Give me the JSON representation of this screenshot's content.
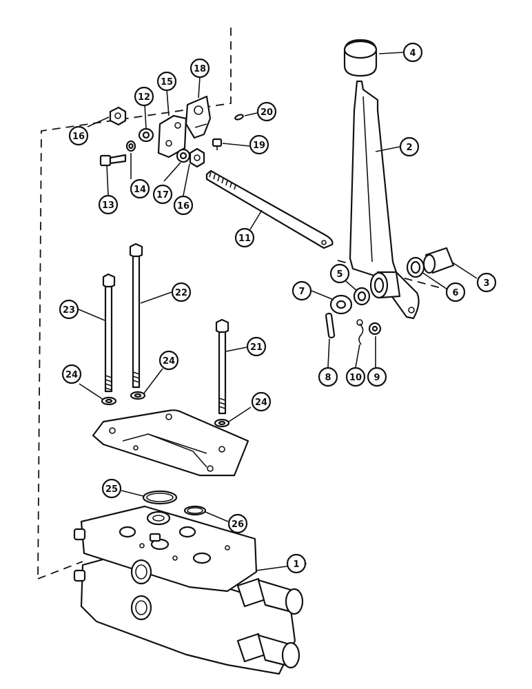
{
  "callouts": [
    {
      "id": "1",
      "label": "1"
    },
    {
      "id": "2",
      "label": "2"
    },
    {
      "id": "3",
      "label": "3"
    },
    {
      "id": "4",
      "label": "4"
    },
    {
      "id": "5",
      "label": "5"
    },
    {
      "id": "6",
      "label": "6"
    },
    {
      "id": "7",
      "label": "7"
    },
    {
      "id": "8",
      "label": "8"
    },
    {
      "id": "9",
      "label": "9"
    },
    {
      "id": "10",
      "label": "10"
    },
    {
      "id": "11",
      "label": "11"
    },
    {
      "id": "12",
      "label": "12"
    },
    {
      "id": "13",
      "label": "13"
    },
    {
      "id": "14",
      "label": "14"
    },
    {
      "id": "15",
      "label": "15"
    },
    {
      "id": "16a",
      "label": "16"
    },
    {
      "id": "16b",
      "label": "16"
    },
    {
      "id": "17",
      "label": "17"
    },
    {
      "id": "18",
      "label": "18"
    },
    {
      "id": "19",
      "label": "19"
    },
    {
      "id": "20",
      "label": "20"
    },
    {
      "id": "21",
      "label": "21"
    },
    {
      "id": "22",
      "label": "22"
    },
    {
      "id": "23",
      "label": "23"
    },
    {
      "id": "24a",
      "label": "24"
    },
    {
      "id": "24b",
      "label": "24"
    },
    {
      "id": "24c",
      "label": "24"
    },
    {
      "id": "25",
      "label": "25"
    },
    {
      "id": "26",
      "label": "26"
    }
  ],
  "parts": [
    {
      "name": "control-valve-body"
    },
    {
      "name": "control-lever"
    },
    {
      "name": "bushing"
    },
    {
      "name": "lever-knob"
    },
    {
      "name": "washer-5"
    },
    {
      "name": "washer-6"
    },
    {
      "name": "washer-7"
    },
    {
      "name": "pin"
    },
    {
      "name": "washer-9"
    },
    {
      "name": "cotter-pin"
    },
    {
      "name": "link-rod"
    },
    {
      "name": "spacer"
    },
    {
      "name": "bolt-13"
    },
    {
      "name": "lock-washer-14"
    },
    {
      "name": "bracket"
    },
    {
      "name": "nut"
    },
    {
      "name": "lock-washer-17"
    },
    {
      "name": "clevis"
    },
    {
      "name": "screw-19"
    },
    {
      "name": "cotter-20"
    },
    {
      "name": "long-bolts"
    },
    {
      "name": "lock-washers-24"
    },
    {
      "name": "mounting-plate"
    },
    {
      "name": "o-ring-25"
    },
    {
      "name": "o-ring-26"
    }
  ]
}
